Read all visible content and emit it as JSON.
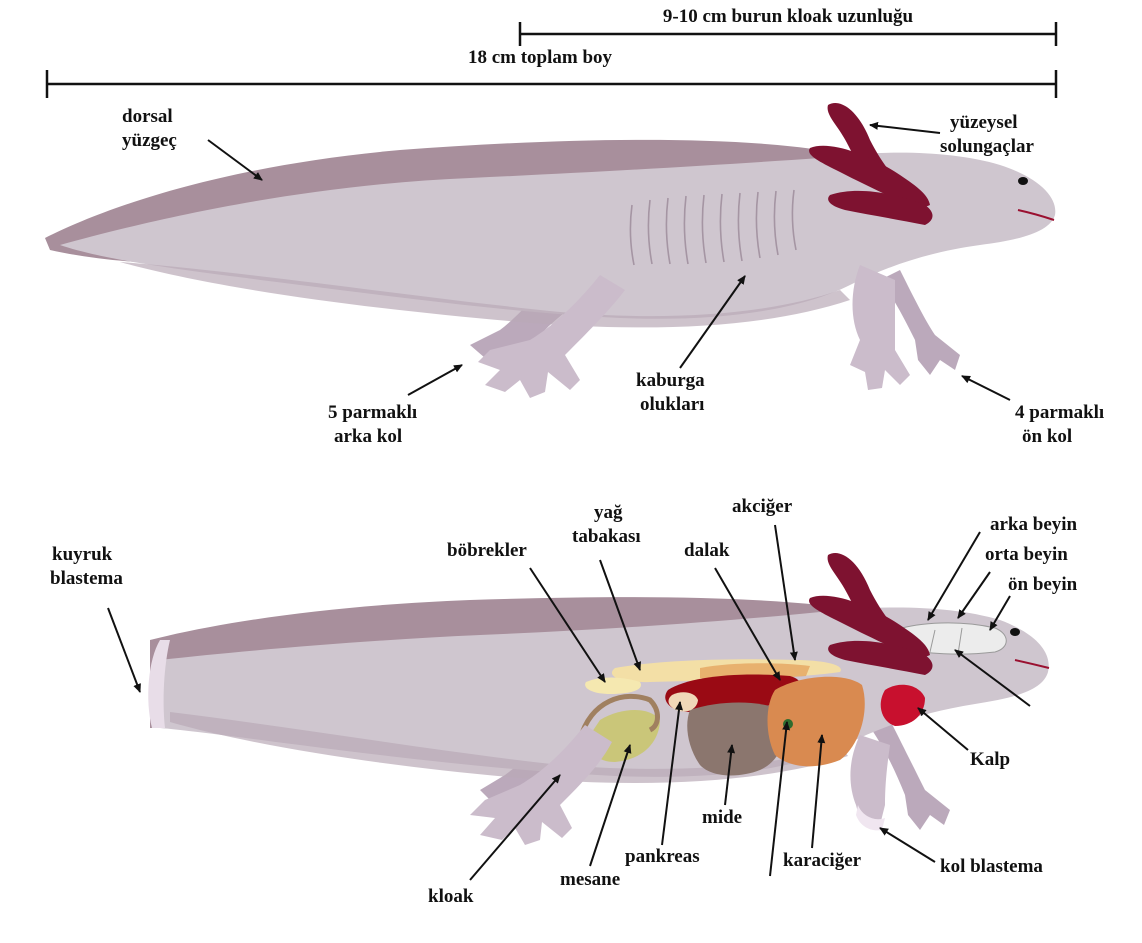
{
  "measures": {
    "snout_vent": "9-10 cm burun kloak uzunluğu",
    "total_length": "18 cm toplam boy"
  },
  "external": {
    "dorsal_fin": [
      "dorsal",
      "yüzgeç"
    ],
    "external_gills": [
      "yüzeysel",
      "solungaçlar"
    ],
    "hindlimb": [
      "5 parmaklı",
      "arka kol"
    ],
    "costal_grooves": [
      "kaburga",
      "olukları"
    ],
    "forelimb": [
      "4 parmaklı",
      "ön kol"
    ]
  },
  "internal": {
    "tail_blastema": [
      "kuyruk",
      "blastema"
    ],
    "kidneys": "böbrekler",
    "fat_body": [
      "yağ",
      "tabakası"
    ],
    "spleen": "dalak",
    "lung": "akciğer",
    "hindbrain": "arka beyin",
    "midbrain": "orta beyin",
    "forebrain": "ön beyin",
    "heart": "Kalp",
    "stomach": "mide",
    "pancreas": "pankreas",
    "liver": "karaciğer",
    "limb_blastema": "kol blastema",
    "cloaca": "kloak",
    "bladder": "mesane"
  },
  "colors": {
    "body": "#cfc6cf",
    "body_dark": "#9c8792",
    "fin": "#a88f9c",
    "limb": "#cbbccb",
    "gill": "#7e1230",
    "heart": "#c8102e",
    "liver": "#d98a50",
    "spleen": "#9a0a14",
    "stomach": "#8b766e",
    "bladder": "#c9c66a",
    "fat": "#f3dfa6",
    "kidney": "#f5e8b0"
  }
}
